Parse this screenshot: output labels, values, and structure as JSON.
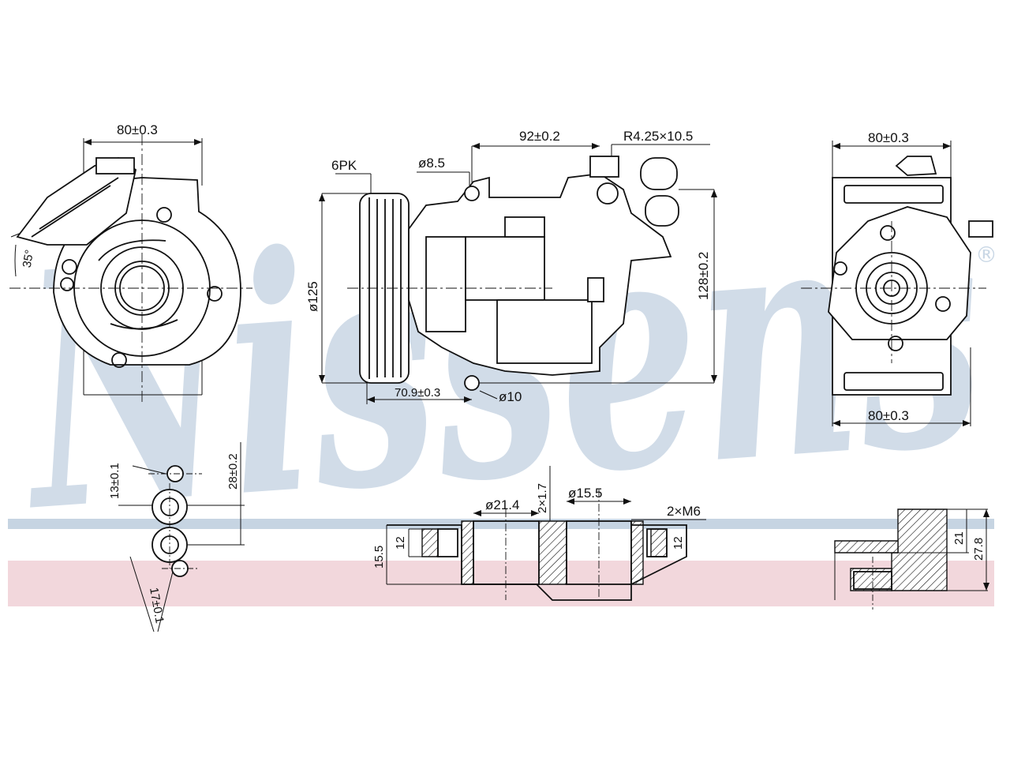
{
  "brand": {
    "watermark": "Nissens",
    "registered_mark": "®",
    "colors": {
      "watermark": "#c9d7e5",
      "band_blue": "#c6d4e2",
      "band_red": "#f2d7dc",
      "line": "#111111"
    }
  },
  "front_view": {
    "width": "80±0.3",
    "angle": "35°"
  },
  "side_view": {
    "belt": "6PK",
    "hole": "ø8.5",
    "length": "92±0.2",
    "slot": "R4.25×10.5",
    "pulley_diameter": "ø125",
    "height": "128±0.2",
    "offset": "70.9±0.3",
    "mount_hole": "ø10"
  },
  "rear_view": {
    "width_top": "80±0.3",
    "width_bottom": "80±0.3"
  },
  "port_detail": {
    "spacing_1": "13±0.1",
    "spacing_2": "28±0.2",
    "spacing_3": "17±0.1"
  },
  "section_detail": {
    "bore_large": "ø21.4",
    "step": "2×1.7",
    "bore_small": "ø15.5",
    "thread": "2×M6",
    "depth_total": "15.5",
    "depth_left": "12",
    "depth_right": "12"
  },
  "block_detail": {
    "height_inner": "21",
    "height_total": "27.8"
  }
}
